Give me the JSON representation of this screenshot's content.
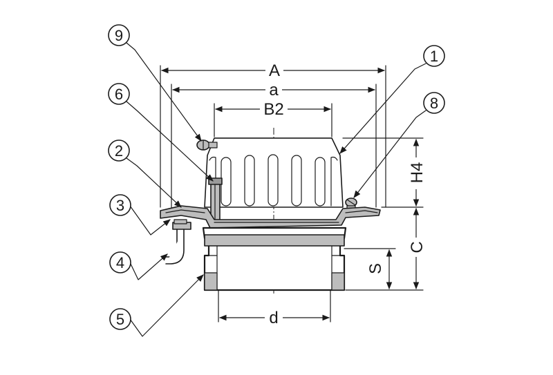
{
  "dimensions": {
    "A": "A",
    "a": "a",
    "B2": "B2",
    "H4": "H4",
    "C": "C",
    "S": "S",
    "d": "d"
  },
  "callouts": {
    "c1": "1",
    "c2": "2",
    "c3": "3",
    "c4": "4",
    "c5": "5",
    "c6": "6",
    "c8": "8",
    "c9": "9"
  }
}
